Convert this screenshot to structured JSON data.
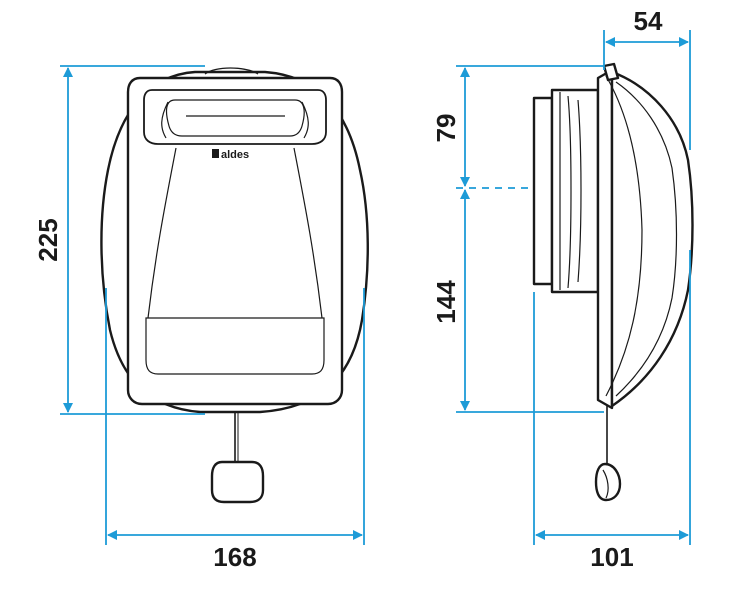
{
  "brand": "aldes",
  "colors": {
    "dimension_line": "#1d9bd7",
    "outline": "#1a1a1a",
    "background": "#ffffff"
  },
  "front_view": {
    "height_label": "225",
    "width_label": "168"
  },
  "side_view": {
    "upper_height_label": "79",
    "lower_height_label": "144",
    "top_depth_label": "54",
    "bottom_depth_label": "101"
  }
}
